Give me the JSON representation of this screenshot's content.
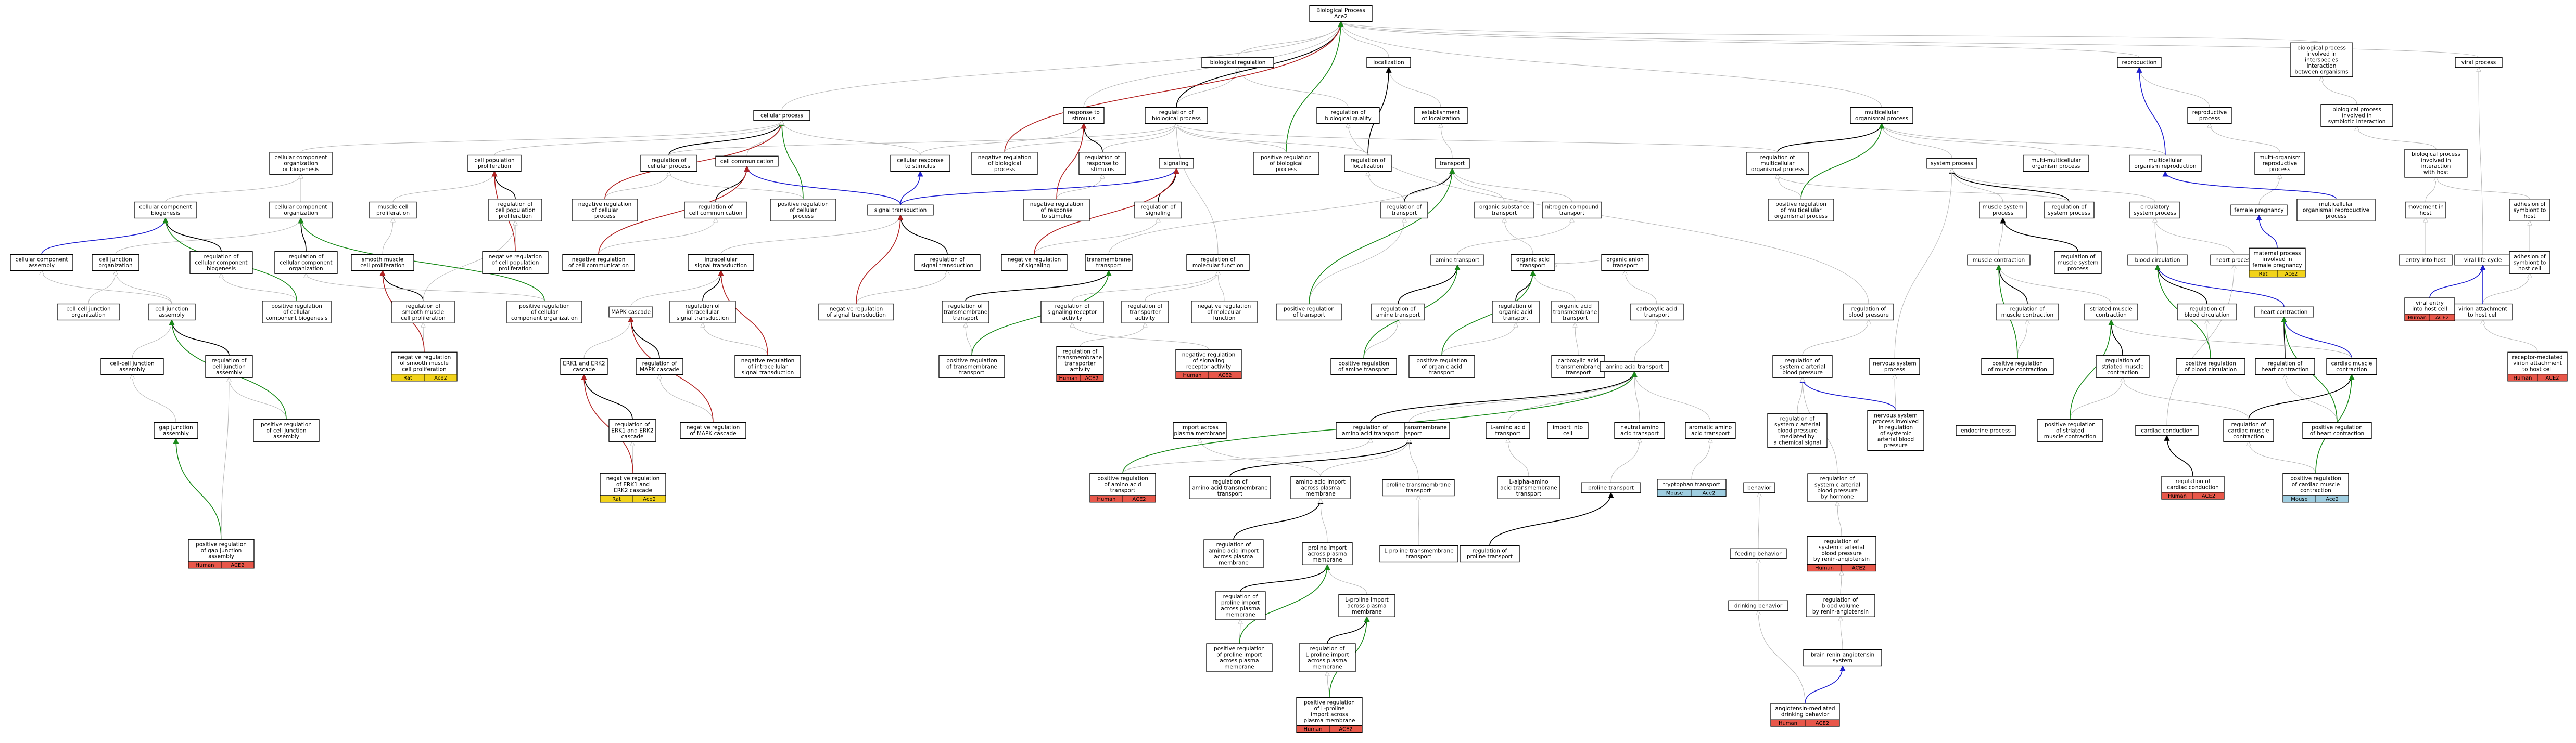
{
  "colors": {
    "human": "#e8574a",
    "rat": "#f2d31a",
    "mouse": "#9ecde0",
    "is_a": "#b8b8b8",
    "regulates": "#000000",
    "negatively_regulates": "#b22222",
    "positively_regulates": "#1a8a1a",
    "part_of": "#1f1fd0"
  },
  "nodes": {
    "bp": {
      "label": [
        "Biological Process",
        "Ace2"
      ]
    },
    "bioreg": {
      "label": [
        "biological regulation"
      ]
    },
    "localization": {
      "label": [
        "localization"
      ]
    },
    "reproduction": {
      "label": [
        "reproduction"
      ]
    },
    "interspecies": {
      "label": [
        "biological process",
        "involved in",
        "interspecies",
        "interaction",
        "between organisms"
      ]
    },
    "viral": {
      "label": [
        "viral process"
      ]
    },
    "resp": {
      "label": [
        "response to",
        "stimulus"
      ]
    },
    "regbp": {
      "label": [
        "regulation of",
        "biological process"
      ]
    },
    "regquality": {
      "label": [
        "regulation of",
        "biological quality"
      ]
    },
    "estloc": {
      "label": [
        "establishment",
        "of localization"
      ]
    },
    "multiorg": {
      "label": [
        "multicellular",
        "organismal process"
      ]
    },
    "reproproc": {
      "label": [
        "reproductive",
        "process"
      ]
    },
    "symbiotic": {
      "label": [
        "biological process",
        "involved in",
        "symbiotic interaction"
      ]
    },
    "cellproc": {
      "label": [
        "cellular process"
      ]
    },
    "ccorg": {
      "label": [
        "cellular component",
        "organization",
        "or biogenesis"
      ]
    },
    "cpp": {
      "label": [
        "cell population",
        "proliferation"
      ]
    },
    "regcellproc": {
      "label": [
        "regulation of",
        "cellular process"
      ]
    },
    "cellcomm": {
      "label": [
        "cell communication"
      ]
    },
    "cellresp": {
      "label": [
        "cellular response",
        "to stimulus"
      ]
    },
    "negregbp": {
      "label": [
        "negative regulation",
        "of biological",
        "process"
      ]
    },
    "regresp": {
      "label": [
        "regulation of",
        "response to",
        "stimulus"
      ]
    },
    "signaling": {
      "label": [
        "signaling"
      ]
    },
    "posregbp": {
      "label": [
        "positive regulation",
        "of biological",
        "process"
      ]
    },
    "regloc": {
      "label": [
        "regulation of",
        "localization"
      ]
    },
    "transport": {
      "label": [
        "transport"
      ]
    },
    "regmop": {
      "label": [
        "regulation of",
        "multicellular",
        "organismal process"
      ]
    },
    "sysproc": {
      "label": [
        "system process"
      ]
    },
    "multimulti": {
      "label": [
        "multi-multicellular",
        "organism process"
      ]
    },
    "multirepro": {
      "label": [
        "multicellular",
        "organism reproduction"
      ]
    },
    "multiorgrepro": {
      "label": [
        "multi-organism",
        "reproductive",
        "process"
      ]
    },
    "interhost": {
      "label": [
        "biological process",
        "involved in",
        "interaction",
        "with host"
      ]
    },
    "ccbio": {
      "label": [
        "cellular component",
        "biogenesis"
      ]
    },
    "ccorg2": {
      "label": [
        "cellular component",
        "organization"
      ]
    },
    "musclecp": {
      "label": [
        "muscle cell",
        "proliferation"
      ]
    },
    "regcpp": {
      "label": [
        "regulation of",
        "cell population",
        "proliferation"
      ]
    },
    "negregcp": {
      "label": [
        "negative regulation",
        "of cellular",
        "process"
      ]
    },
    "regcc": {
      "label": [
        "regulation of",
        "cell communication"
      ]
    },
    "posregcp": {
      "label": [
        "positive regulation",
        "of cellular",
        "process"
      ]
    },
    "sigtrans": {
      "label": [
        "signal transduction"
      ]
    },
    "negregresp": {
      "label": [
        "negative regulation",
        "of response",
        "to stimulus"
      ]
    },
    "regsig": {
      "label": [
        "regulation of",
        "signaling"
      ]
    },
    "regtransport": {
      "label": [
        "regulation of",
        "transport"
      ]
    },
    "orgsub": {
      "label": [
        "organic substance",
        "transport"
      ]
    },
    "nitro": {
      "label": [
        "nitrogen compound",
        "transport"
      ]
    },
    "posregmop": {
      "label": [
        "positive regulation",
        "of multicellular",
        "organismal process"
      ]
    },
    "muscsys": {
      "label": [
        "muscle system",
        "process"
      ]
    },
    "regsys": {
      "label": [
        "regulation of",
        "system process"
      ]
    },
    "circsys": {
      "label": [
        "circulatory",
        "system process"
      ]
    },
    "femalepreg": {
      "label": [
        "female pregnancy"
      ]
    },
    "multiorgrep": {
      "label": [
        "multicellular",
        "organismal reproductive",
        "process"
      ]
    },
    "movhost": {
      "label": [
        "movement in",
        "host"
      ]
    },
    "adhesion": {
      "label": [
        "adhesion of",
        "symbiont to",
        "host"
      ]
    },
    "ccassembly": {
      "label": [
        "cellular component",
        "assembly"
      ]
    },
    "cjorg": {
      "label": [
        "cell junction",
        "organization"
      ]
    },
    "regccb": {
      "label": [
        "regulation of",
        "cellular component",
        "biogenesis"
      ]
    },
    "regcco": {
      "label": [
        "regulation of",
        "cellular component",
        "organization"
      ]
    },
    "smcp": {
      "label": [
        "smooth muscle",
        "cell proliferation"
      ]
    },
    "negregcpp": {
      "label": [
        "negative regulation",
        "of cell population",
        "proliferation"
      ]
    },
    "negregcc": {
      "label": [
        "negative regulation",
        "of cell communication"
      ]
    },
    "intrasig": {
      "label": [
        "intracellular",
        "signal transduction"
      ]
    },
    "regsigtrans": {
      "label": [
        "regulation of",
        "signal transduction"
      ]
    },
    "negregsig": {
      "label": [
        "negative regulation",
        "of signaling"
      ]
    },
    "tmtransport": {
      "label": [
        "transmembrane",
        "transport"
      ]
    },
    "regmf": {
      "label": [
        "regulation of",
        "molecular function"
      ]
    },
    "aminetrans": {
      "label": [
        "amine transport"
      ]
    },
    "orgacid": {
      "label": [
        "organic acid",
        "transport"
      ]
    },
    "organion": {
      "label": [
        "organic anion",
        "transport"
      ]
    },
    "musclecontr": {
      "label": [
        "muscle contraction"
      ]
    },
    "regmuscsys": {
      "label": [
        "regulation of",
        "muscle system",
        "process"
      ]
    },
    "bloodcirc": {
      "label": [
        "blood circulation"
      ]
    },
    "heartproc": {
      "label": [
        "heart process"
      ]
    },
    "maternal": {
      "label": [
        "maternal process",
        "involved in",
        "female pregnancy"
      ],
      "tags": [
        {
          "species": "Rat",
          "gene": "Ace2"
        }
      ]
    },
    "entryhost": {
      "label": [
        "entry into host"
      ]
    },
    "viralcycle": {
      "label": [
        "viral life cycle"
      ]
    },
    "adhesion2": {
      "label": [
        "adhesion of",
        "symbiont to",
        "host cell"
      ]
    },
    "cellcellj": {
      "label": [
        "cell-cell junction",
        "organization"
      ]
    },
    "cjassembly": {
      "label": [
        "cell junction",
        "assembly"
      ]
    },
    "posregccb": {
      "label": [
        "positive regulation",
        "of cellular",
        "component biogenesis"
      ]
    },
    "regsmcp": {
      "label": [
        "regulation of",
        "smooth muscle",
        "cell proliferation"
      ]
    },
    "posregcco": {
      "label": [
        "positive regulation",
        "of cellular",
        "component organization"
      ]
    },
    "mapk": {
      "label": [
        "MAPK cascade"
      ]
    },
    "regintra": {
      "label": [
        "regulation of",
        "intracellular",
        "signal transduction"
      ]
    },
    "negregsigtrans": {
      "label": [
        "negative regulation",
        "of signal transduction"
      ]
    },
    "regtmt": {
      "label": [
        "regulation of",
        "transmembrane",
        "transport"
      ]
    },
    "regsra": {
      "label": [
        "regulation of",
        "signaling receptor",
        "activity"
      ]
    },
    "regtransporter": {
      "label": [
        "regulation of",
        "transporter",
        "activity"
      ]
    },
    "negregmf": {
      "label": [
        "negative regulation",
        "of molecular",
        "function"
      ]
    },
    "posregtrans": {
      "label": [
        "positive regulation",
        "of transport"
      ]
    },
    "regamine": {
      "label": [
        "regulation of",
        "amine transport"
      ]
    },
    "regoat": {
      "label": [
        "regulation of",
        "organic acid",
        "transport"
      ]
    },
    "oatmt": {
      "label": [
        "organic acid",
        "transmembrane",
        "transport"
      ]
    },
    "carbacid": {
      "label": [
        "carboxylic acid",
        "transport"
      ]
    },
    "regbp2": {
      "label": [
        "regulation of",
        "blood pressure"
      ]
    },
    "regmusccontr": {
      "label": [
        "regulation of",
        "muscle contraction"
      ]
    },
    "striated": {
      "label": [
        "striated muscle",
        "contraction"
      ]
    },
    "regbc": {
      "label": [
        "regulation of",
        "blood circulation"
      ]
    },
    "heartcontr": {
      "label": [
        "heart contraction"
      ]
    },
    "virion": {
      "label": [
        "virion attachment",
        "to host cell"
      ]
    },
    "viralentry": {
      "label": [
        "viral entry",
        "into host cell"
      ],
      "tags": [
        {
          "species": "Human",
          "gene": "ACE2"
        }
      ]
    },
    "cellcellassembly": {
      "label": [
        "cell-cell junction",
        "assembly"
      ]
    },
    "regcja": {
      "label": [
        "regulation of",
        "cell junction",
        "assembly"
      ]
    },
    "negregsmcp": {
      "label": [
        "negative regulation",
        "of smooth muscle",
        "cell proliferation"
      ],
      "tags": [
        {
          "species": "Rat",
          "gene": "Ace2"
        }
      ]
    },
    "erk": {
      "label": [
        "ERK1 and ERK2",
        "cascade"
      ]
    },
    "regmapk": {
      "label": [
        "regulation of",
        "MAPK cascade"
      ]
    },
    "negregintra": {
      "label": [
        "negative regulation",
        "of intracellular",
        "signal transduction"
      ]
    },
    "posregtmt": {
      "label": [
        "positive regulation",
        "of transmembrane",
        "transport"
      ]
    },
    "regtmta": {
      "label": [
        "regulation of",
        "transmembrane",
        "transporter",
        "activity"
      ],
      "tags": [
        {
          "species": "Human",
          "gene": "ACE2"
        }
      ]
    },
    "negregsra": {
      "label": [
        "negative regulation",
        "of signaling",
        "receptor activity"
      ],
      "tags": [
        {
          "species": "Human",
          "gene": "ACE2"
        }
      ]
    },
    "posregamine": {
      "label": [
        "positive regulation",
        "of amine transport"
      ]
    },
    "posregoat": {
      "label": [
        "positive regulation",
        "of organic acid",
        "transport"
      ]
    },
    "cattm": {
      "label": [
        "carboxylic acid",
        "transmembrane",
        "transport"
      ]
    },
    "aminoacid": {
      "label": [
        "amino acid transport"
      ]
    },
    "regsabp": {
      "label": [
        "regulation of",
        "systemic arterial",
        "blood pressure"
      ]
    },
    "nervous": {
      "label": [
        "nervous system",
        "process"
      ]
    },
    "posregmc": {
      "label": [
        "positive regulation",
        "of muscle contraction"
      ]
    },
    "regsmc": {
      "label": [
        "regulation of",
        "striated muscle",
        "contraction"
      ]
    },
    "posregbc": {
      "label": [
        "positive regulation",
        "of blood circulation"
      ]
    },
    "regheart": {
      "label": [
        "regulation of",
        "heart contraction"
      ]
    },
    "cardiac": {
      "label": [
        "cardiac muscle",
        "contraction"
      ]
    },
    "receptor": {
      "label": [
        "receptor-mediated",
        "virion attachment",
        "to host cell"
      ],
      "tags": [
        {
          "species": "Human",
          "gene": "ACE2"
        }
      ]
    },
    "gapj": {
      "label": [
        "gap junction",
        "assembly"
      ]
    },
    "posregcja": {
      "label": [
        "positive regulation",
        "of cell junction",
        "assembly"
      ]
    },
    "regerk": {
      "label": [
        "regulation of",
        "ERK1 and ERK2",
        "cascade"
      ]
    },
    "negregmapk": {
      "label": [
        "negative regulation",
        "of MAPK cascade"
      ]
    },
    "importmem": {
      "label": [
        "import across",
        "plasma membrane"
      ]
    },
    "aatm": {
      "label": [
        "amino acid transmembrane",
        "transport"
      ]
    },
    "regaa": {
      "label": [
        "regulation of",
        "amino acid transport"
      ]
    },
    "lamino": {
      "label": [
        "L-amino acid",
        "transport"
      ]
    },
    "importcell": {
      "label": [
        "import into",
        "cell"
      ]
    },
    "neutral": {
      "label": [
        "neutral amino",
        "acid transport"
      ]
    },
    "aromatic": {
      "label": [
        "aromatic amino",
        "acid transport"
      ]
    },
    "regsabp2": {
      "label": [
        "regulation of",
        "systemic arterial",
        "blood pressure",
        "mediated by",
        "a chemical signal"
      ]
    },
    "nervous2": {
      "label": [
        "nervous system",
        "process involved",
        "in regulation",
        "of systemic",
        "arterial blood",
        "pressure"
      ]
    },
    "endocrine": {
      "label": [
        "endocrine process"
      ]
    },
    "posregsmc": {
      "label": [
        "positive regulation",
        "of striated",
        "muscle contraction"
      ]
    },
    "cardcond": {
      "label": [
        "cardiac conduction"
      ]
    },
    "regcmc": {
      "label": [
        "regulation of",
        "cardiac muscle",
        "contraction"
      ]
    },
    "posregheart": {
      "label": [
        "positive regulation",
        "of heart contraction"
      ]
    },
    "regerk2": {
      "label": [
        "negative regulation",
        "of ERK1 and",
        "ERK2 cascade"
      ],
      "tags": [
        {
          "species": "Rat",
          "gene": "Ace2"
        }
      ]
    },
    "posregaa": {
      "label": [
        "positive regulation",
        "of amino acid",
        "transport"
      ],
      "tags": [
        {
          "species": "Human",
          "gene": "ACE2"
        }
      ]
    },
    "regaatm": {
      "label": [
        "regulation of",
        "amino acid transmembrane",
        "transport"
      ]
    },
    "aaimport": {
      "label": [
        "amino acid import",
        "across plasma",
        "membrane"
      ]
    },
    "prolinetm": {
      "label": [
        "proline transmembrane",
        "transport"
      ]
    },
    "lserine": {
      "label": [
        "L-alpha-amino",
        "acid transmembrane",
        "transport"
      ]
    },
    "prolinetrans": {
      "label": [
        "proline transport"
      ]
    },
    "trypto": {
      "label": [
        "tryptophan transport"
      ],
      "tags": [
        {
          "species": "Mouse",
          "gene": "Ace2"
        }
      ]
    },
    "behavior": {
      "label": [
        "behavior"
      ]
    },
    "regsabphorm": {
      "label": [
        "regulation of",
        "systemic arterial",
        "blood pressure",
        "by hormone"
      ]
    },
    "regcardcond": {
      "label": [
        "regulation of",
        "cardiac conduction"
      ],
      "tags": [
        {
          "species": "Human",
          "gene": "ACE2"
        }
      ]
    },
    "posregcmc": {
      "label": [
        "positive regulation",
        "of cardiac muscle",
        "contraction"
      ],
      "tags": [
        {
          "species": "Mouse",
          "gene": "Ace2"
        }
      ]
    },
    "regaaimp": {
      "label": [
        "regulation of",
        "amino acid import",
        "across plasma",
        "membrane"
      ]
    },
    "prolineimp": {
      "label": [
        "proline import",
        "across plasma",
        "membrane"
      ]
    },
    "lproline": {
      "label": [
        "L-proline transmembrane",
        "transport"
      ]
    },
    "regproline": {
      "label": [
        "regulation of",
        "proline transport"
      ]
    },
    "feeding": {
      "label": [
        "feeding behavior"
      ]
    },
    "regsabpreninang": {
      "label": [
        "regulation of",
        "systemic arterial",
        "blood pressure",
        "by renin-angiotensin"
      ],
      "tags": [
        {
          "species": "Human",
          "gene": "ACE2"
        }
      ]
    },
    "posregccassembly": {
      "label": [
        "positive regulation",
        "of gap junction",
        "assembly"
      ],
      "tags": [
        {
          "species": "Human",
          "gene": "ACE2"
        }
      ]
    },
    "regprolineimp": {
      "label": [
        "regulation of",
        "proline import",
        "across plasma",
        "membrane"
      ]
    },
    "lprolineimp": {
      "label": [
        "L-proline import",
        "across plasma",
        "membrane"
      ]
    },
    "drinking": {
      "label": [
        "drinking behavior"
      ]
    },
    "regbvreninang": {
      "label": [
        "regulation of",
        "blood volume",
        "by renin-angiotensin"
      ]
    },
    "posregprolineimp": {
      "label": [
        "positive regulation",
        "of proline import",
        "across plasma",
        "membrane"
      ]
    },
    "reglprolineimp": {
      "label": [
        "regulation of",
        "L-proline import",
        "across plasma",
        "membrane"
      ]
    },
    "brainrenin": {
      "label": [
        "brain renin-angiotensin",
        "system"
      ]
    },
    "posreglprolineimp": {
      "label": [
        "positive regulation",
        "of L-proline",
        "import across",
        "plasma membrane"
      ],
      "tags": [
        {
          "species": "Human",
          "gene": "ACE2"
        }
      ]
    },
    "angiodrink": {
      "label": [
        "angiotensin-mediated",
        "drinking behavior"
      ],
      "tags": [
        {
          "species": "Human",
          "gene": "ACE2"
        }
      ]
    }
  }
}
